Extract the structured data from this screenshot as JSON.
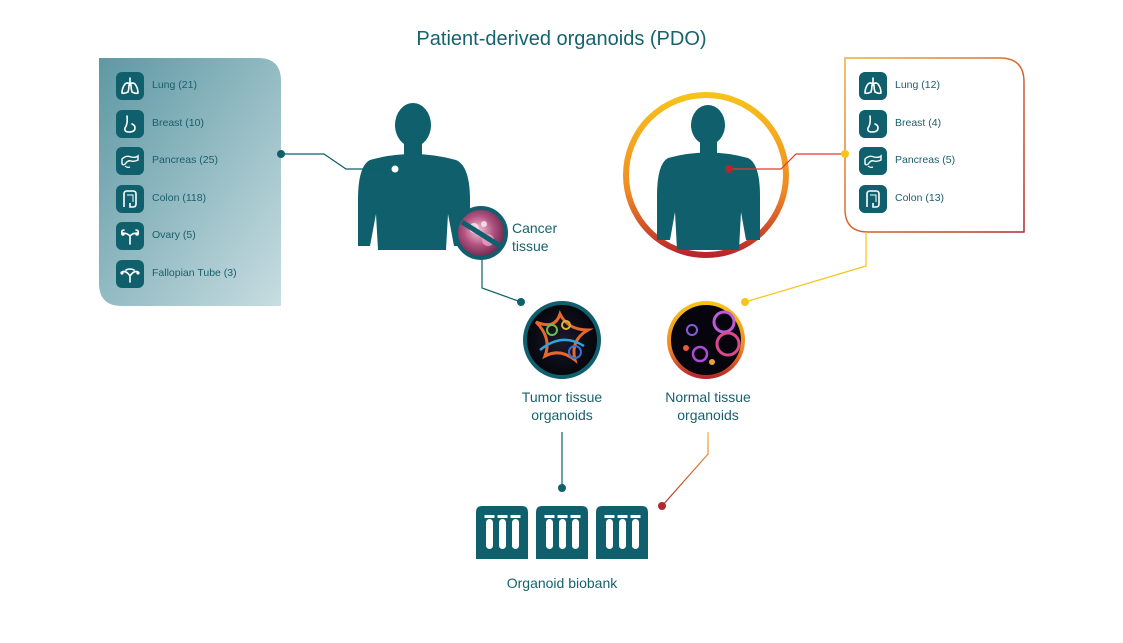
{
  "title": "Patient-derived organoids (PDO)",
  "tumor_panel": {
    "items": [
      {
        "label": "Lung (21)",
        "icon": "lung-icon"
      },
      {
        "label": "Breast (10)",
        "icon": "breast-icon"
      },
      {
        "label": "Pancreas (25)",
        "icon": "pancreas-icon"
      },
      {
        "label": "Colon (118)",
        "icon": "colon-icon"
      },
      {
        "label": "Ovary (5)",
        "icon": "ovary-icon"
      },
      {
        "label": "Fallopian Tube (3)",
        "icon": "uterus-icon"
      }
    ]
  },
  "normal_panel": {
    "items": [
      {
        "label": "Lung (12)",
        "icon": "lung-icon"
      },
      {
        "label": "Breast (4)",
        "icon": "breast-icon"
      },
      {
        "label": "Pancreas (5)",
        "icon": "pancreas-icon"
      },
      {
        "label": "Colon (13)",
        "icon": "colon-icon"
      }
    ]
  },
  "cancer_tissue": {
    "line1": "Cancer",
    "line2": "tissue"
  },
  "tumor_organoids": {
    "line1": "Tumor tissue",
    "line2": "organoids"
  },
  "normal_organoids": {
    "line1": "Normal tissue",
    "line2": "organoids"
  },
  "biobank": {
    "label": "Organoid biobank"
  },
  "colors": {
    "teal": "#0f5f6c",
    "panel_teal": "#6aa3ae",
    "orange": "#f2a93b",
    "red": "#b3282d",
    "yellow": "#f5c518"
  }
}
